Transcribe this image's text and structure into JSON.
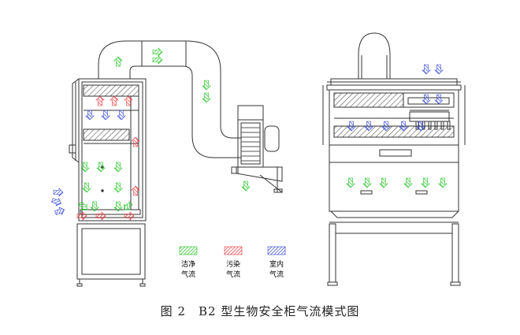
{
  "legend": {
    "items": [
      {
        "line1": "洁净",
        "line2": "气流",
        "color": "#19c21b"
      },
      {
        "line1": "污染",
        "line2": "气流",
        "color": "#e8343b"
      },
      {
        "line1": "室内",
        "line2": "气流",
        "color": "#3345d8"
      }
    ]
  },
  "caption": "图 2　B2 型生物安全柜气流模式图",
  "colors": {
    "clean": "#19c21b",
    "contaminated": "#e8343b",
    "room": "#3345d8",
    "line": "#333333",
    "hatch": "#555555"
  }
}
